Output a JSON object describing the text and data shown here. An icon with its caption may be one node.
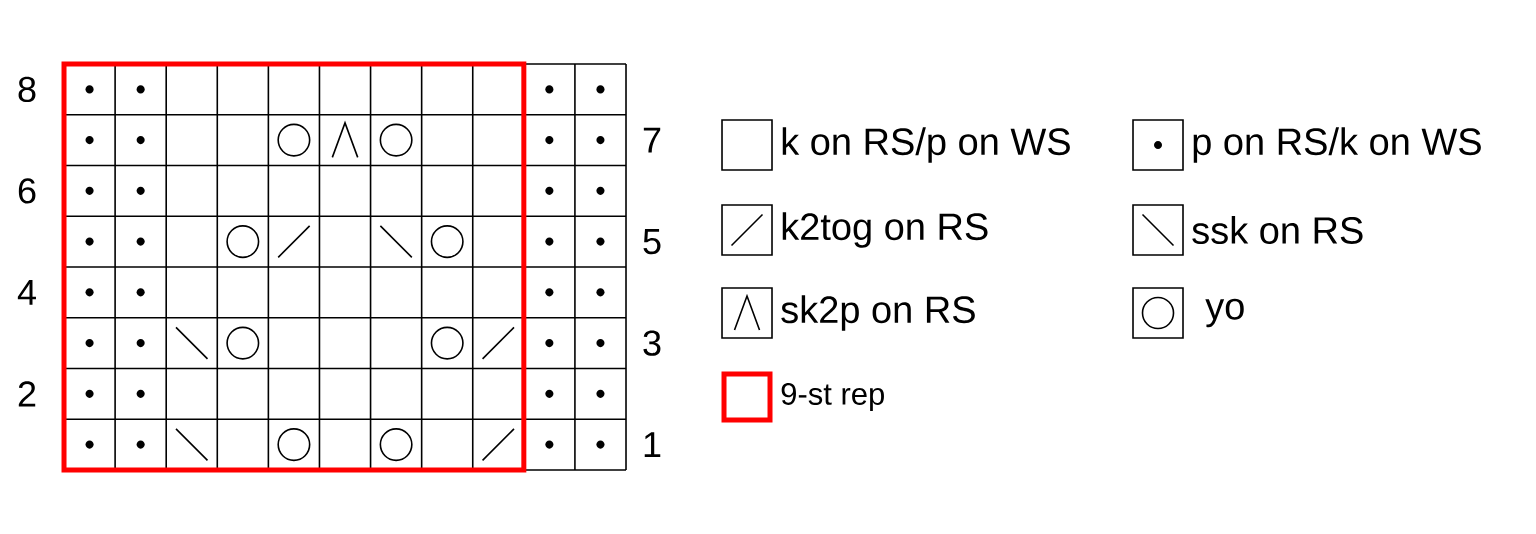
{
  "diagram": {
    "labels": [
      "8",
      "7",
      "6",
      "5",
      "4",
      "3",
      "2",
      "1"
    ],
    "legend": [
      {
        "text": "k on RS/p on WS"
      },
      {
        "text": "p on RS/k on WS"
      },
      {
        "text": "k2tog on RS"
      },
      {
        "text": "ssk on RS"
      },
      {
        "text": "sk2p on RS"
      },
      {
        "text": "yo"
      },
      {
        "text": "9-st rep"
      }
    ]
  }
}
